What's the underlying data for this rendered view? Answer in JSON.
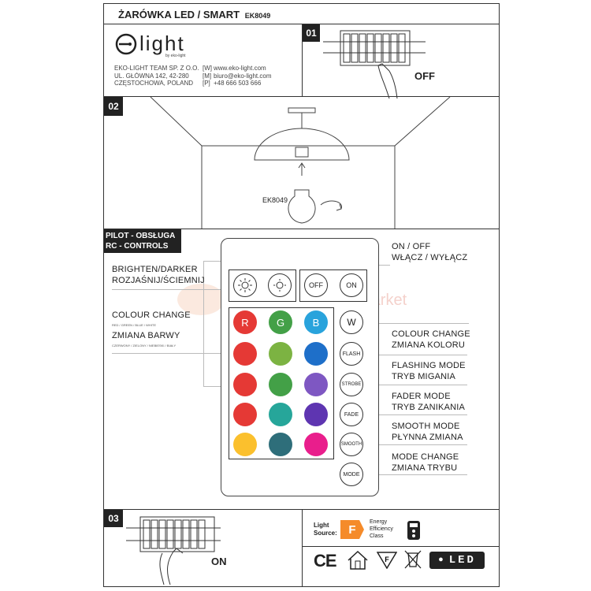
{
  "header": {
    "title": "ŻARÓWKA LED / SMART",
    "code": "EK8049"
  },
  "brand": {
    "logo_text": "light",
    "logo_sub": "by eko-light",
    "company": [
      "EKO-LIGHT TEAM SP. Z O.O.",
      "UL. GŁÓWNA 142, 42-280",
      "CZĘSTOCHOWA, POLAND"
    ],
    "contact_keys": [
      "[W]",
      "[M]",
      "[P]"
    ],
    "contact_values": [
      "www.eko-light.com",
      "biuro@eko-light.com",
      "+48 666 503 666"
    ]
  },
  "step1": {
    "num": "01",
    "state": "OFF"
  },
  "step2": {
    "num": "02",
    "bulb_code": "EK8049"
  },
  "remote_section": {
    "title_pl": "PILOT - OBSŁUGA",
    "title_en": "RC - CONTROLS",
    "onoff_en": "ON / OFF",
    "onoff_pl": "WŁĄCZ / WYŁĄCZ",
    "bright_en": "BRIGHTEN/DARKER",
    "bright_pl": "ROZJAŚNIJ/ŚCIEMNIJ",
    "colour_en": "COLOUR CHANGE",
    "colour_en_sub": "RED / GREEN / BLUE / WHITE",
    "colour_pl": "ZMIANA BARWY",
    "colour_pl_sub": "CZERWONY / ZIELONY / NIEBIESKI / BIAŁY",
    "colour2_en": "COLOUR CHANGE",
    "colour2_pl": "ZMIANA KOLORU",
    "flash_en": "FLASHING MODE",
    "flash_pl": "TRYB MIGANIA",
    "fader_en": "FADER MODE",
    "fader_pl": "TRYB ZANIKANIA",
    "smooth_en": "SMOOTH MODE",
    "smooth_pl": "PŁYNNA ZMIANA",
    "mode_en": "MODE CHANGE",
    "mode_pl": "ZMIANA TRYBU",
    "buttons": {
      "off": "OFF",
      "on": "ON",
      "r": "R",
      "g": "G",
      "b": "B",
      "w": "W",
      "flash": "FLASH",
      "strobe": "STROBE",
      "fade": "FADE",
      "smooth": "SMOOTH",
      "mode": "MODE"
    },
    "grid_colors": [
      "#e53935",
      "#7cb342",
      "#1e6fc9",
      "#e53935",
      "#43a047",
      "#7e57c2",
      "#e53935",
      "#26a69a",
      "#5e35b1",
      "#fbc02d",
      "#2e6e7a",
      "#e91e8c"
    ],
    "watermark": "market"
  },
  "step3": {
    "num": "03",
    "state": "ON"
  },
  "energy": {
    "label_1": "Light",
    "label_2": "Source:",
    "class": "F",
    "text": [
      "Energy",
      "Efficiency",
      "Class"
    ]
  },
  "marks": {
    "ce": "CE",
    "led": "LED"
  },
  "colors": {
    "accent_orange": "#f58b2a",
    "ink": "#222222"
  }
}
